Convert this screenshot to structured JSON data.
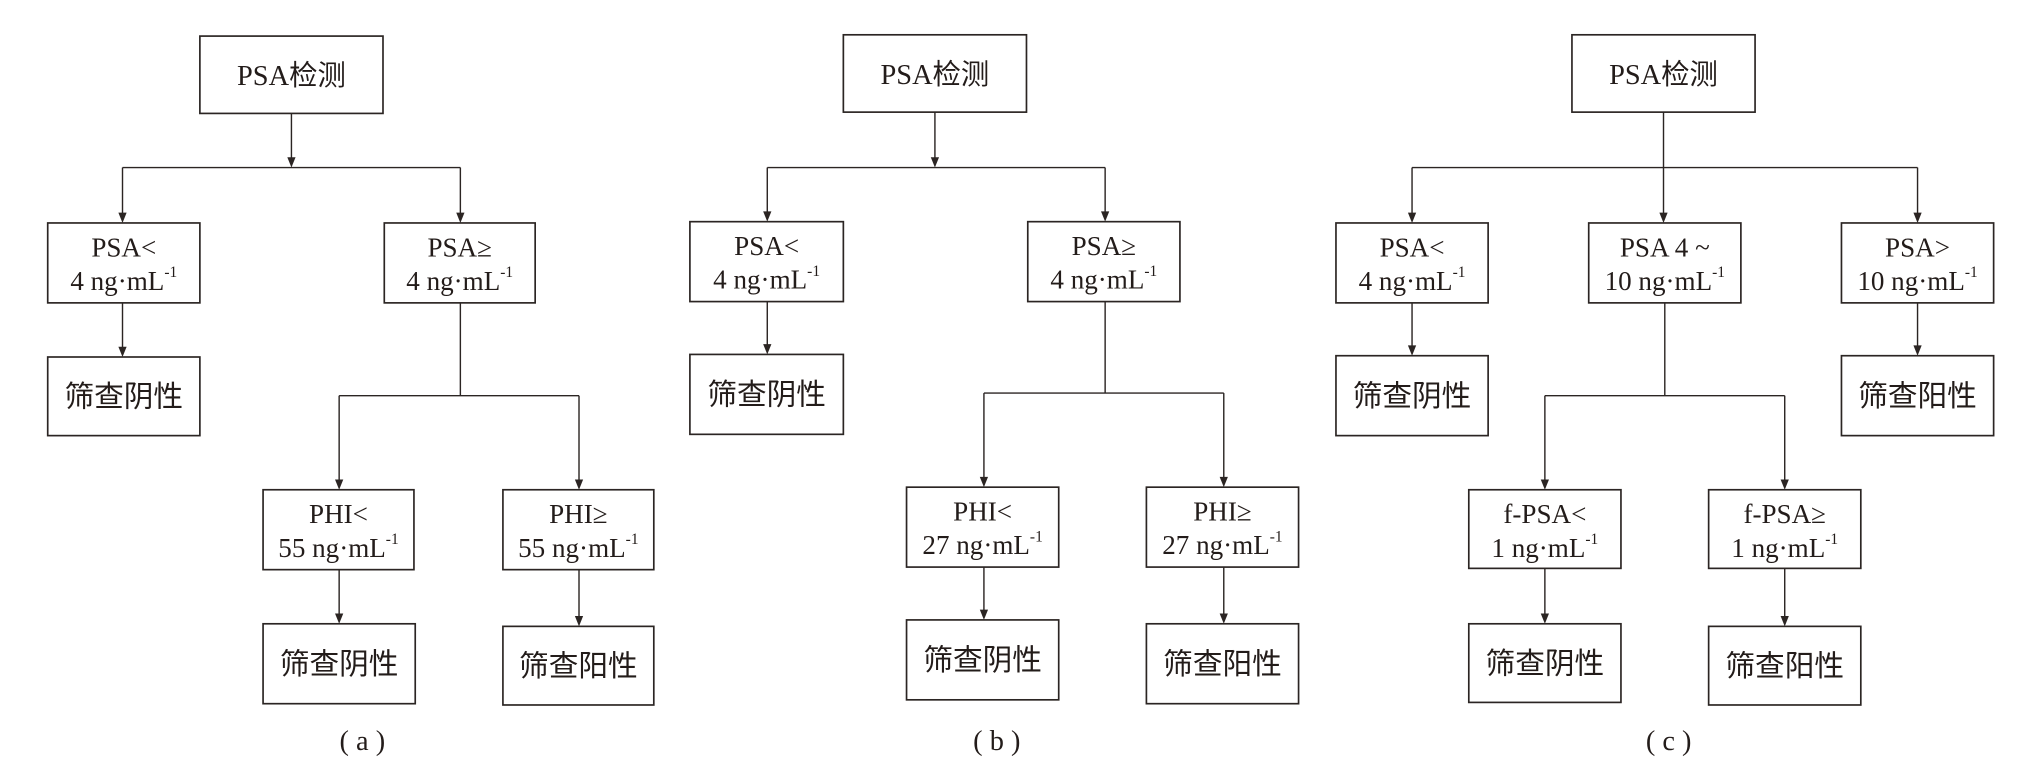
{
  "figure": {
    "panels": [
      {
        "id": "a",
        "caption": "( a )",
        "nodes": {
          "root": {
            "lines": [
              "PSA检测"
            ]
          },
          "psa_lt": {
            "lines": [
              "PSA<",
              "4 ng·mL"
            ],
            "sup": "-1"
          },
          "psa_ge": {
            "lines": [
              "PSA≥",
              "4 ng·mL"
            ],
            "sup": "-1"
          },
          "neg1": {
            "lines": [
              "筛查阴性"
            ]
          },
          "phi_lt": {
            "lines": [
              "PHI<",
              "55 ng·mL"
            ],
            "sup": "-1"
          },
          "phi_ge": {
            "lines": [
              "PHI≥",
              "55 ng·mL"
            ],
            "sup": "-1"
          },
          "neg2": {
            "lines": [
              "筛查阴性"
            ]
          },
          "pos": {
            "lines": [
              "筛查阳性"
            ]
          }
        }
      },
      {
        "id": "b",
        "caption": "( b )",
        "nodes": {
          "root": {
            "lines": [
              "PSA检测"
            ]
          },
          "psa_lt": {
            "lines": [
              "PSA<",
              "4 ng·mL"
            ],
            "sup": "-1"
          },
          "psa_ge": {
            "lines": [
              "PSA≥",
              "4 ng·mL"
            ],
            "sup": "-1"
          },
          "neg1": {
            "lines": [
              "筛查阴性"
            ]
          },
          "phi_lt": {
            "lines": [
              "PHI<",
              "27 ng·mL"
            ],
            "sup": "-1"
          },
          "phi_ge": {
            "lines": [
              "PHI≥",
              "27 ng·mL"
            ],
            "sup": "-1"
          },
          "neg2": {
            "lines": [
              "筛查阴性"
            ]
          },
          "pos": {
            "lines": [
              "筛查阳性"
            ]
          }
        }
      },
      {
        "id": "c",
        "caption": "( c )",
        "nodes": {
          "root": {
            "lines": [
              "PSA检测"
            ]
          },
          "psa_lt": {
            "lines": [
              "PSA<",
              "4 ng·mL"
            ],
            "sup": "-1"
          },
          "psa_mid": {
            "lines": [
              "PSA 4 ~",
              "10 ng·mL"
            ],
            "sup": "-1"
          },
          "psa_gt": {
            "lines": [
              "PSA>",
              "10 ng·mL"
            ],
            "sup": "-1"
          },
          "neg1": {
            "lines": [
              "筛查阴性"
            ]
          },
          "pos1": {
            "lines": [
              "筛查阳性"
            ]
          },
          "fpsa_lt": {
            "lines": [
              "f-PSA<",
              "1 ng·mL"
            ],
            "sup": "-1"
          },
          "fpsa_ge": {
            "lines": [
              "f-PSA≥",
              "1 ng·mL"
            ],
            "sup": "-1"
          },
          "neg2": {
            "lines": [
              "筛查阴性"
            ]
          },
          "pos2": {
            "lines": [
              "筛查阳性"
            ]
          }
        }
      }
    ]
  }
}
